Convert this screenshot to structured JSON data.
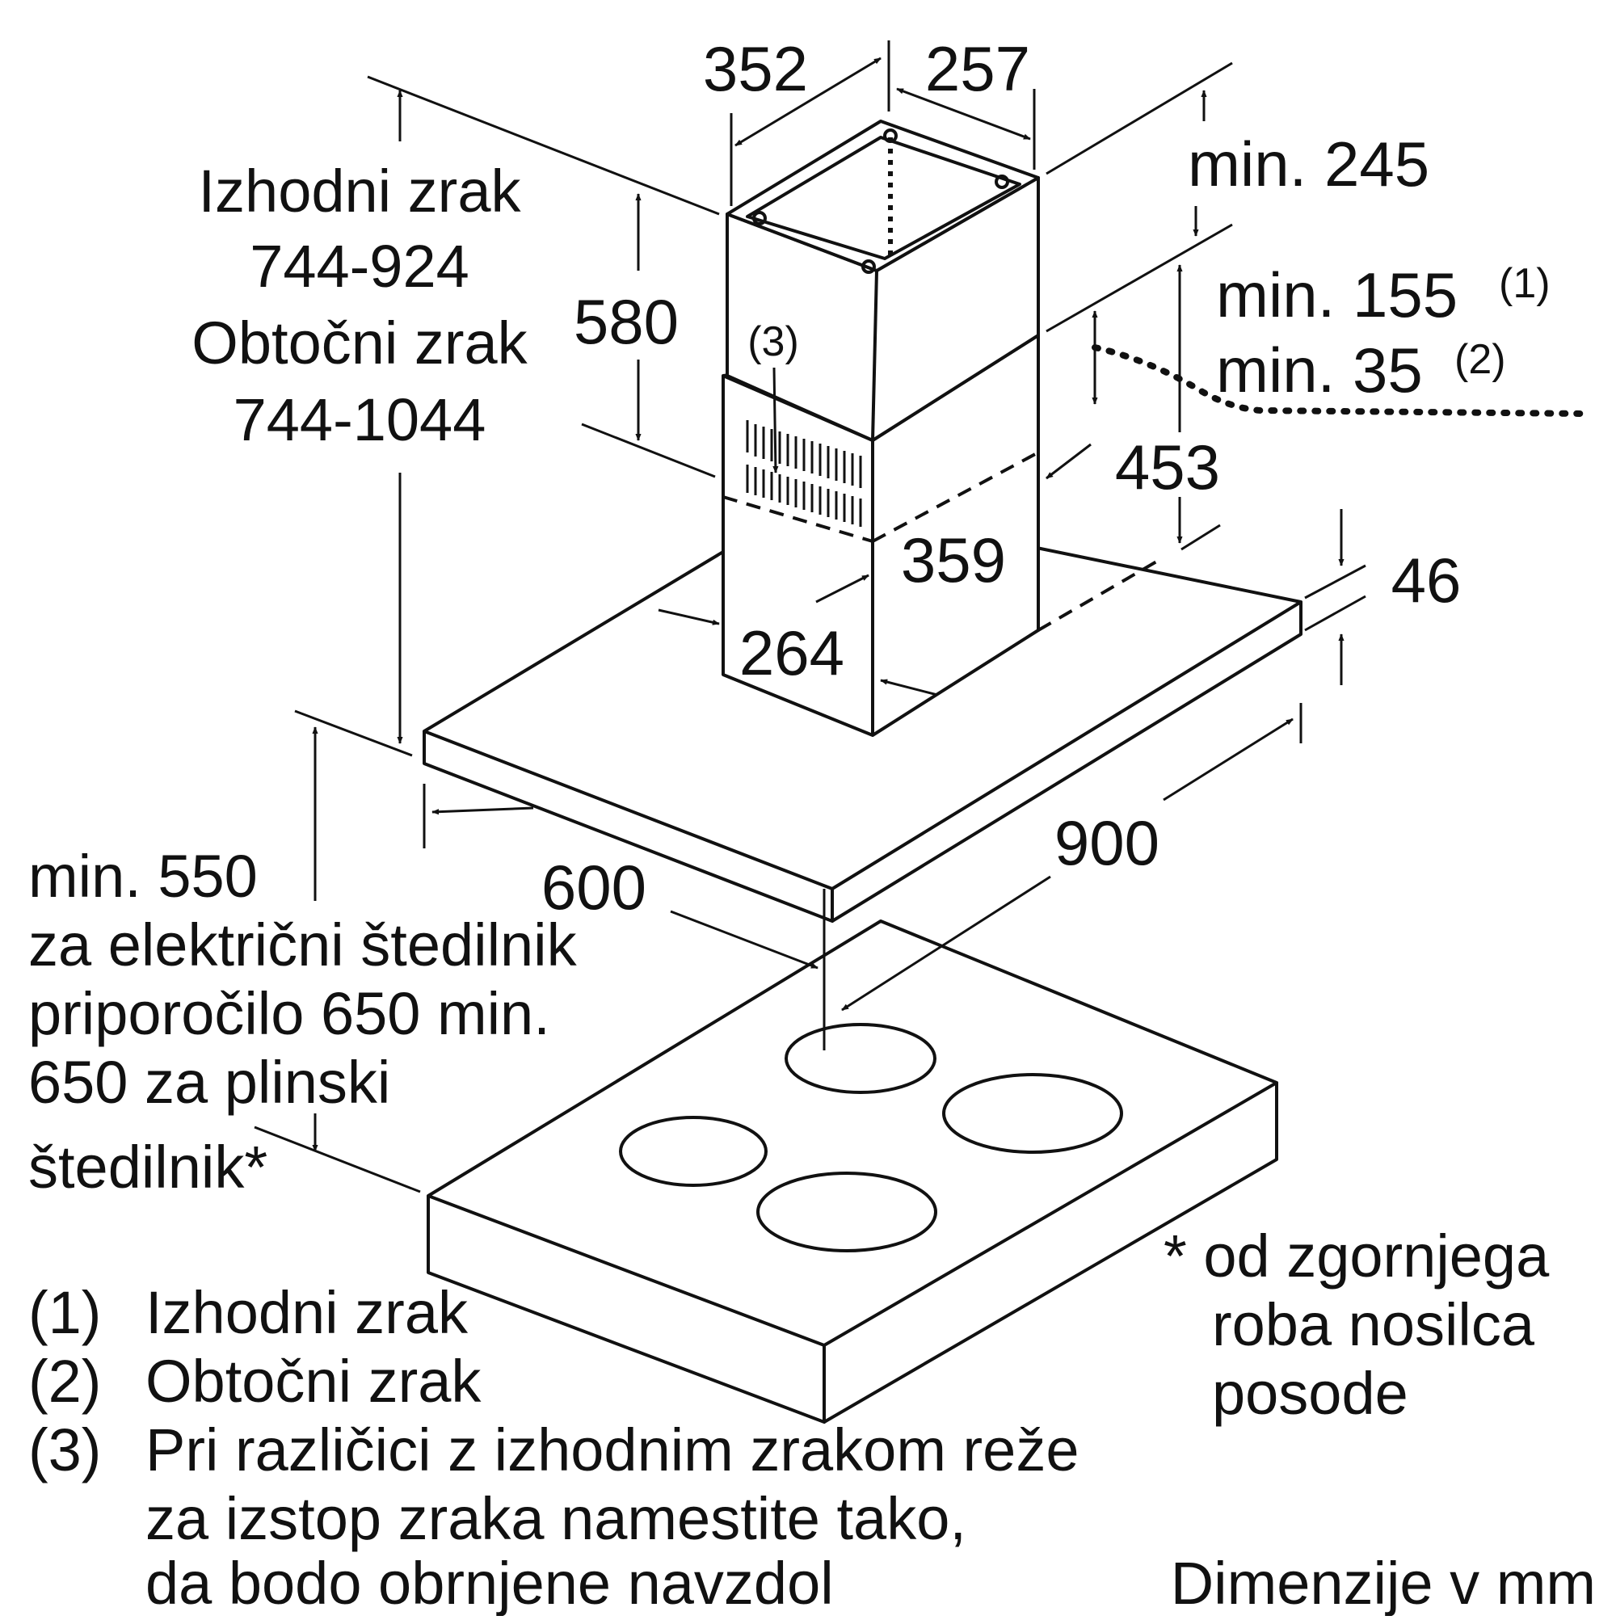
{
  "colors": {
    "ink": "#111111",
    "background": "#ffffff"
  },
  "dimensions": {
    "chimney_width": "352",
    "chimney_depth": "257",
    "height_label_line1": "Izhodni zrak",
    "height_label_line2": "744-924",
    "height_label_line3": "Obtočni zrak",
    "height_label_line4": "744-1044",
    "upper_chimney_height": "580",
    "min_245": "min. 245",
    "min_155": "min. 155",
    "min_155_ref": "(1)",
    "min_35": "min. 35",
    "min_35_ref": "(2)",
    "slot_ref": "(3)",
    "lower_chimney_height": "453",
    "lower_chimney_depth": "359",
    "lower_chimney_width": "264",
    "canopy_thickness": "46",
    "canopy_width": "900",
    "canopy_depth": "600"
  },
  "clearance": {
    "line1": "min. 550",
    "line2": "za električni štedilnik",
    "line3": "priporočilo 650 min.",
    "line4": "650 za plinski",
    "line5": "štedilnik*"
  },
  "footnote": {
    "line1": "* od zgornjega",
    "line2": "roba nosilca",
    "line3": "posode"
  },
  "legend": [
    {
      "num": "(1)",
      "text": "Izhodni zrak"
    },
    {
      "num": "(2)",
      "text": "Obtočni zrak"
    },
    {
      "num": "(3)",
      "text": "Pri različici z izhodnim zrakom reže"
    }
  ],
  "legend_cont": {
    "line1": "za izstop zraka namestite tako,",
    "line2": "da bodo obrnjene navzdol"
  },
  "units_note": "Dimenzije v mm"
}
